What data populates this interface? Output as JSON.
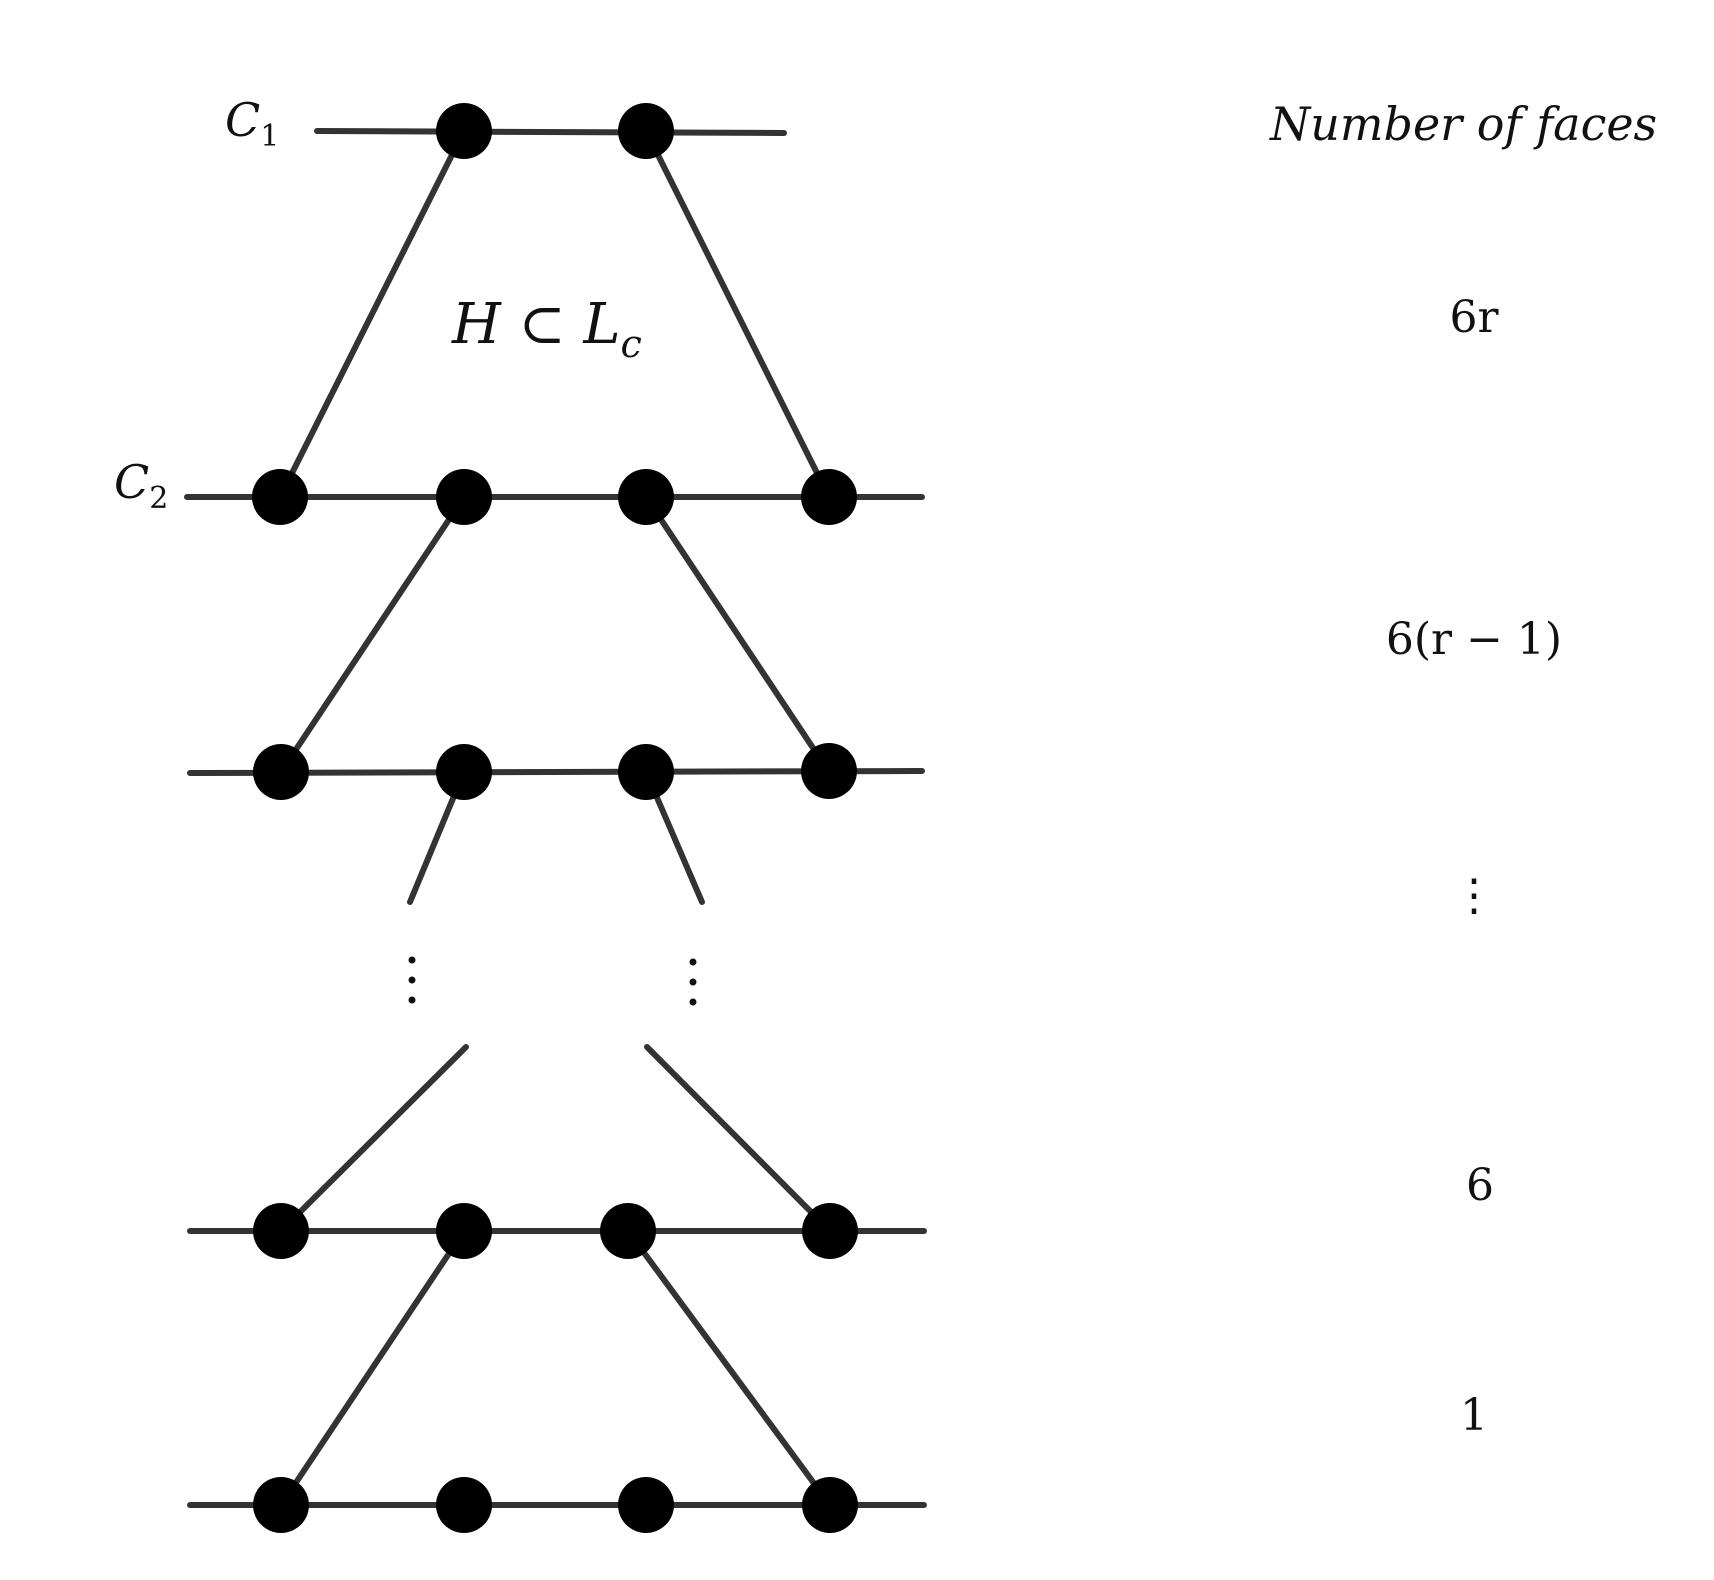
{
  "labels": {
    "c1_base": "C",
    "c1_sub": "1",
    "c2_base": "C",
    "c2_sub": "2",
    "region": "H ⊂ L",
    "region_sub": "c",
    "column_header": "Number of faces"
  },
  "face_counts": [
    "6r",
    "6(r − 1)",
    "⋮",
    "6",
    "1"
  ],
  "colors": {
    "edge": "#333333",
    "node": "#000000",
    "background": "#ffffff"
  }
}
